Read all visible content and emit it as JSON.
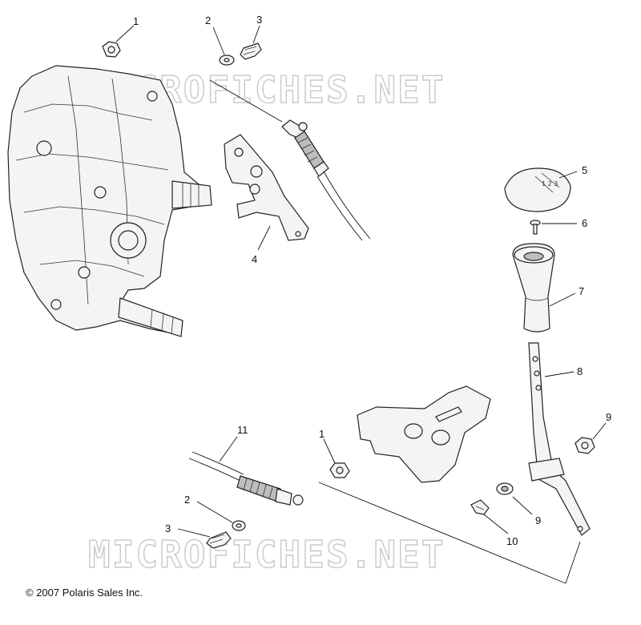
{
  "watermark": {
    "text": "MICROFICHES.NET"
  },
  "callouts": [
    {
      "id": "c1a",
      "label": "1"
    },
    {
      "id": "c2a",
      "label": "2"
    },
    {
      "id": "c3a",
      "label": "3"
    },
    {
      "id": "c4",
      "label": "4"
    },
    {
      "id": "c5",
      "label": "5"
    },
    {
      "id": "c6",
      "label": "6"
    },
    {
      "id": "c7",
      "label": "7"
    },
    {
      "id": "c8",
      "label": "8"
    },
    {
      "id": "c9a",
      "label": "9"
    },
    {
      "id": "c11",
      "label": "11"
    },
    {
      "id": "c1b",
      "label": "1"
    },
    {
      "id": "c2b",
      "label": "2"
    },
    {
      "id": "c3b",
      "label": "3"
    },
    {
      "id": "c9b",
      "label": "9"
    },
    {
      "id": "c10",
      "label": "10"
    }
  ],
  "footer": {
    "copyright": "© 2007 Polaris Sales Inc."
  }
}
